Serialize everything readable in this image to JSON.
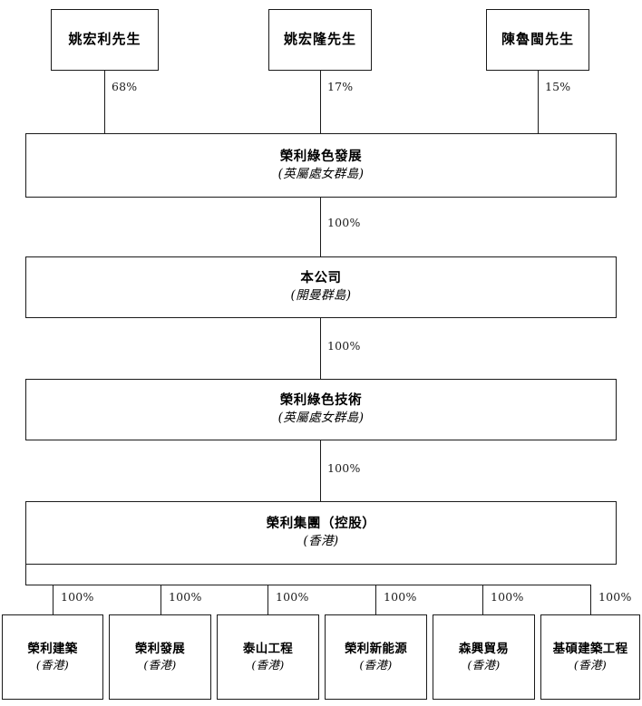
{
  "diagram": {
    "title": "Corporate shareholding structure chart",
    "shareholders": [
      {
        "name": "姚宏利先生",
        "pct": "68%"
      },
      {
        "name": "姚宏隆先生",
        "pct": "17%"
      },
      {
        "name": "陳魯閩先生",
        "pct": "15%"
      }
    ],
    "chain": [
      {
        "name": "榮利綠色發展",
        "loc": "(英屬處女群島)",
        "pct_below": "100%"
      },
      {
        "name": "本公司",
        "loc": "(開曼群島)",
        "pct_below": "100%"
      },
      {
        "name": "榮利綠色技術",
        "loc": "(英屬處女群島)",
        "pct_below": "100%"
      },
      {
        "name": "榮利集團（控股）",
        "loc": "(香港)"
      }
    ],
    "subsidiaries": [
      {
        "name": "榮利建築",
        "loc": "(香港)",
        "pct": "100%"
      },
      {
        "name": "榮利發展",
        "loc": "(香港)",
        "pct": "100%"
      },
      {
        "name": "泰山工程",
        "loc": "(香港)",
        "pct": "100%"
      },
      {
        "name": "榮利新能源",
        "loc": "(香港)",
        "pct": "100%"
      },
      {
        "name": "森興貿易",
        "loc": "(香港)",
        "pct": "100%"
      },
      {
        "name": "基碩建築工程",
        "loc": "(香港)",
        "pct": "100%"
      }
    ],
    "colors": {
      "line": "#1a1a1a",
      "background": "#ffffff",
      "text": "#000000"
    }
  }
}
